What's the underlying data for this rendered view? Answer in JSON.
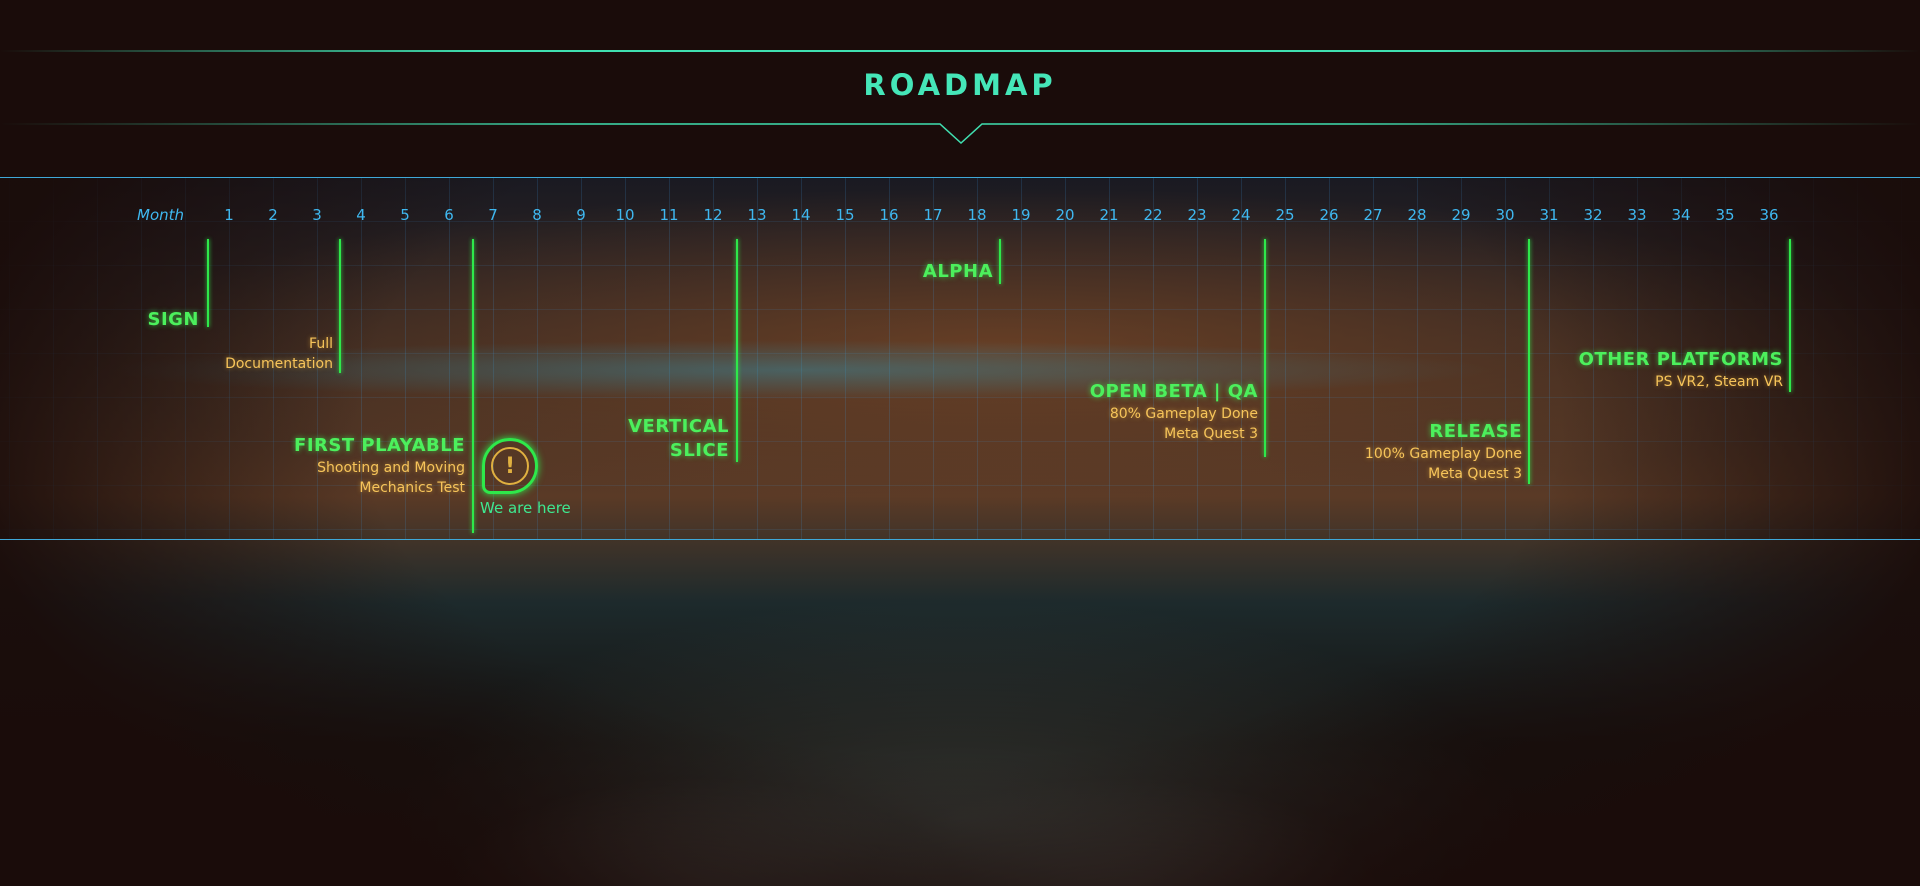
{
  "title": "ROADMAP",
  "month_label": "Month",
  "months": [
    "1",
    "2",
    "3",
    "4",
    "5",
    "6",
    "7",
    "8",
    "9",
    "10",
    "11",
    "12",
    "13",
    "14",
    "15",
    "16",
    "17",
    "18",
    "19",
    "20",
    "21",
    "22",
    "23",
    "24",
    "25",
    "26",
    "27",
    "28",
    "29",
    "30",
    "31",
    "32",
    "33",
    "34",
    "35",
    "36"
  ],
  "milestones": [
    {
      "title": "SIGN",
      "lines": []
    },
    {
      "title": "",
      "lines": [
        "Full",
        "Documentation"
      ]
    },
    {
      "title": "FIRST PLAYABLE",
      "lines": [
        "Shooting and Moving",
        "Mechanics Test"
      ]
    },
    {
      "title": "VERTICAL",
      "title2": "SLICE",
      "lines": []
    },
    {
      "title": "ALPHA",
      "lines": []
    },
    {
      "title": "OPEN BETA | QA",
      "lines": [
        "80% Gameplay Done",
        "Meta Quest 3"
      ]
    },
    {
      "title": "RELEASE",
      "lines": [
        "100% Gameplay Done",
        "Meta Quest 3"
      ]
    },
    {
      "title": "OTHER PLATFORMS",
      "lines": [
        "PS VR2,  Steam VR"
      ]
    }
  ],
  "current_marker": {
    "label": "We are here",
    "icon": "alert-icon",
    "glyph": "!"
  },
  "colors": {
    "accent": "#45e6b8",
    "month": "#3fb8f0",
    "milestone": "#4cf05c",
    "detail": "#f6c45a"
  }
}
